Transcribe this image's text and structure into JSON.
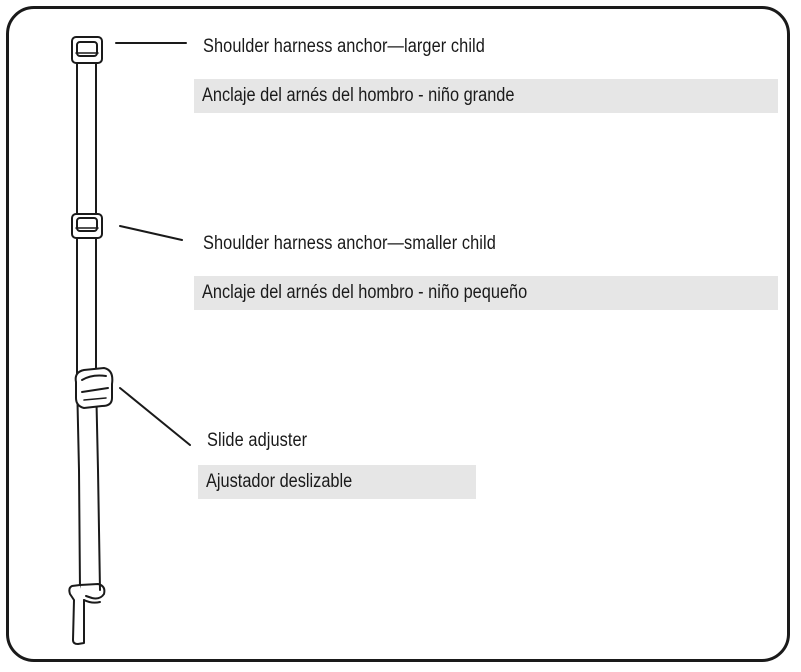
{
  "callouts": [
    {
      "en": "Shoulder harness anchor—larger child",
      "es": "Anclaje del arnés del hombro - niño grande"
    },
    {
      "en": "Shoulder harness anchor—smaller child",
      "es": "Anclaje del arnés del hombro - niño pequeño"
    },
    {
      "en": "Slide adjuster",
      "es": "Ajustador deslizable"
    }
  ],
  "colors": {
    "line": "#1a1a1a",
    "label_bg": "#e6e6e6",
    "background": "#ffffff"
  }
}
